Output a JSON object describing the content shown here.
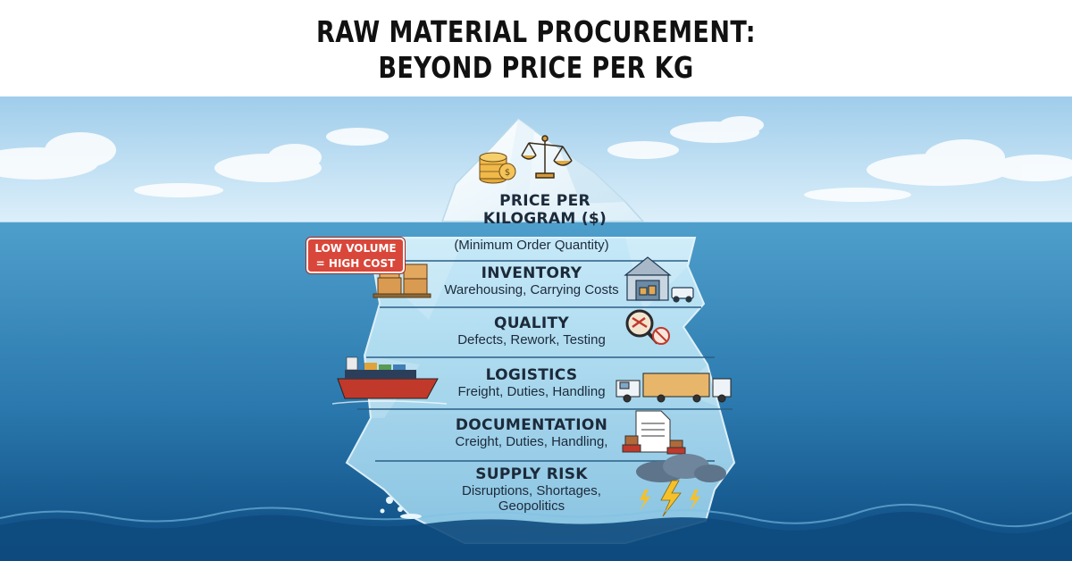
{
  "title": {
    "line1": "RAW MATERIAL PROCUREMENT:",
    "line2": "BEYOND PRICE PER KG"
  },
  "tip": {
    "heading_line1": "PRICE PER",
    "heading_line2": "KILOGRAM ($)"
  },
  "moq_note": "(Minimum Order Quantity)",
  "badge": {
    "line1": "LOW VOLUME",
    "line2": "= HIGH COST"
  },
  "layers": [
    {
      "heading": "INVENTORY",
      "detail": "Warehousing, Carrying Costs",
      "icon": "warehouse-icon"
    },
    {
      "heading": "QUALITY",
      "detail": "Defects, Rework, Testing",
      "icon": "magnifier-defect-icon"
    },
    {
      "heading": "LOGISTICS",
      "detail": "Freight, Duties, Handling",
      "icon": "truck-icon"
    },
    {
      "heading": "DOCUMENTATION",
      "detail": "Creight, Duties, Handling,",
      "icon": "document-stamp-icon"
    },
    {
      "heading": "SUPPLY RISK",
      "detail_line1": "Disruptions, Shortages,",
      "detail_line2": "Geopolitics",
      "icon": "storm-cloud-icon"
    }
  ],
  "colors": {
    "sky_top": "#a9d4ef",
    "ocean_top": "#4a9bc9",
    "ocean_deep": "#0f4f86",
    "iceberg": "#bfe6f6",
    "badge": "#d9473a"
  }
}
